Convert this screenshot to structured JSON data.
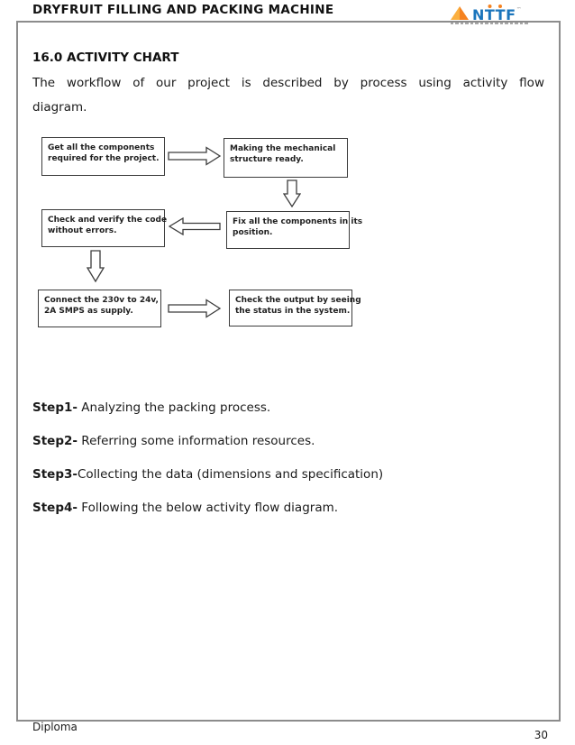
{
  "header": {
    "title": "DRYFRUIT FILLING AND PACKING MACHINE",
    "logo": {
      "text": "NTTF",
      "trademark": "™"
    }
  },
  "section": {
    "title": "16.0 ACTIVITY CHART",
    "paragraph_line1": "The workflow of our project is described by process using activity flow",
    "paragraph_line2": "diagram."
  },
  "diagram": {
    "boxes": [
      {
        "label": "Get all the components\nrequired for the project."
      },
      {
        "label": "Making the mechanical\nstructure ready."
      },
      {
        "label": "Check and verify the code\nwithout errors."
      },
      {
        "label": "Fix all the components in its\nposition."
      },
      {
        "label": "Connect the 230v to 24v,\n2A SMPS as supply."
      },
      {
        "label": "Check the output by seeing\nthe status in the system."
      }
    ]
  },
  "steps": [
    {
      "label": "Step1-",
      "text": " Analyzing the packing process."
    },
    {
      "label": "Step2-",
      "text": " Referring some information resources."
    },
    {
      "label": "Step3-",
      "text": "Collecting the data (dimensions and specification)"
    },
    {
      "label": "Step4-",
      "text": " Following the below activity flow diagram."
    }
  ],
  "footer": {
    "course": "Diploma",
    "page_number": "30"
  },
  "colors": {
    "logo_blue": "#1b75bc",
    "logo_orange": "#f58220",
    "logo_orange_light": "#fbaf3f",
    "page_border": "#8c8c8c",
    "box_border": "#3c3c3c"
  }
}
